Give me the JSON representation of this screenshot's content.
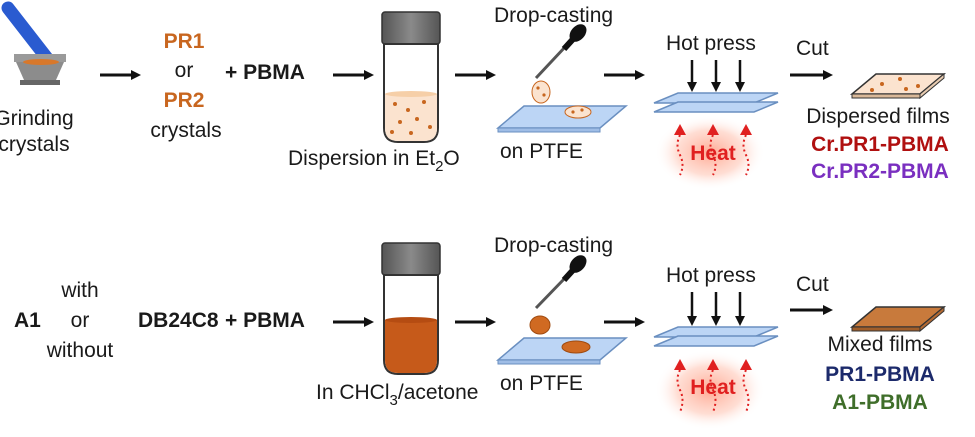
{
  "row1": {
    "grinding_line1": "Grinding",
    "grinding_line2": "crystals",
    "pr1": "PR1",
    "or": "or",
    "pr2": "PR2",
    "crystals": "crystals",
    "plus_pbma": "+ PBMA",
    "dispersion_label": "Dispersion in Et",
    "dispersion_sub": "2",
    "dispersion_end": "O",
    "dropcast_label": "Drop-casting",
    "ptfe_label": "on PTFE",
    "hotpress_label": "Hot press",
    "heat_label": "Heat",
    "cut_label": "Cut",
    "films_label": "Dispersed films",
    "film1": "Cr.PR1-PBMA",
    "film2": "Cr.PR2-PBMA"
  },
  "row2": {
    "a1": "A1",
    "with": "with",
    "or": "or",
    "without": "without",
    "db24c8": "DB24C8",
    "plus_pbma": "+ PBMA",
    "solvent_label": "In CHCl",
    "solvent_sub": "3",
    "solvent_end": "/acetone",
    "dropcast_label": "Drop-casting",
    "ptfe_label": "on PTFE",
    "hotpress_label": "Hot press",
    "heat_label": "Heat",
    "cut_label": "Cut",
    "films_label": "Mixed films",
    "film1": "PR1-PBMA",
    "film2": "A1-PBMA"
  },
  "colors": {
    "orange": "#c8661f",
    "dark_red": "#b01010",
    "purple": "#7a2fc0",
    "navy": "#1c2a6b",
    "green": "#3f6e2a",
    "heat_red": "#e02020",
    "pestle_blue": "#2a5bd0",
    "dispersion_fill": "#fbe3cf",
    "solution_fill": "#c65a1a",
    "plate_blue": "#bcd5f5"
  }
}
